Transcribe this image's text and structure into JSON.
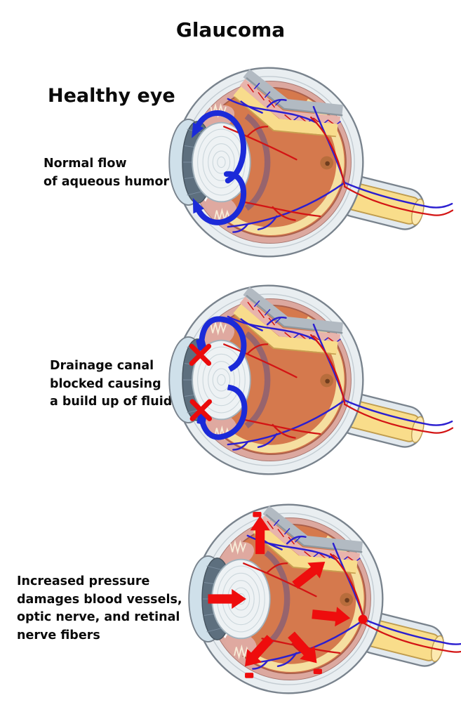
{
  "title": "Glaucoma",
  "sections": [
    {
      "id": "healthy",
      "heading": "Healthy eye",
      "caption_lines": [
        "Normal flow",
        "of aqueous humor"
      ]
    },
    {
      "id": "blocked",
      "caption_lines": [
        "Drainage canal",
        "blocked causing",
        "a build up of fluid"
      ]
    },
    {
      "id": "pressure",
      "caption_lines": [
        "Increased pressure",
        "damages blood vessels,",
        "optic nerve, and retinal",
        "nerve fibers"
      ]
    }
  ],
  "icons": [
    {
      "name": "aqueous-flow-arrow-icon",
      "shape": "curved-arrow",
      "color": "#1b2ad8"
    },
    {
      "name": "blockage-x-icon",
      "shape": "x-cross",
      "color": "#ea0b0b"
    },
    {
      "name": "pressure-arrow-icon",
      "shape": "block-arrow",
      "color": "#ee0d0d"
    }
  ],
  "colors": {
    "sclera": "#e9eef1",
    "cornea": "#cfe0ea",
    "choroid": "#dca89f",
    "vitreous": "#d5794d",
    "retina_band_yellow": "#f8dc8c",
    "lens": "#eef2f4",
    "iris": "#5d6f7e",
    "vessel_blue": "#2b1fd0",
    "vessel_red": "#d31414",
    "flow_arrow_blue": "#1b2ad8",
    "block_x_red": "#ea0b0b",
    "pressure_arrow_red": "#ee0d0d",
    "text": "#0a0a0a",
    "background": "#ffffff"
  }
}
